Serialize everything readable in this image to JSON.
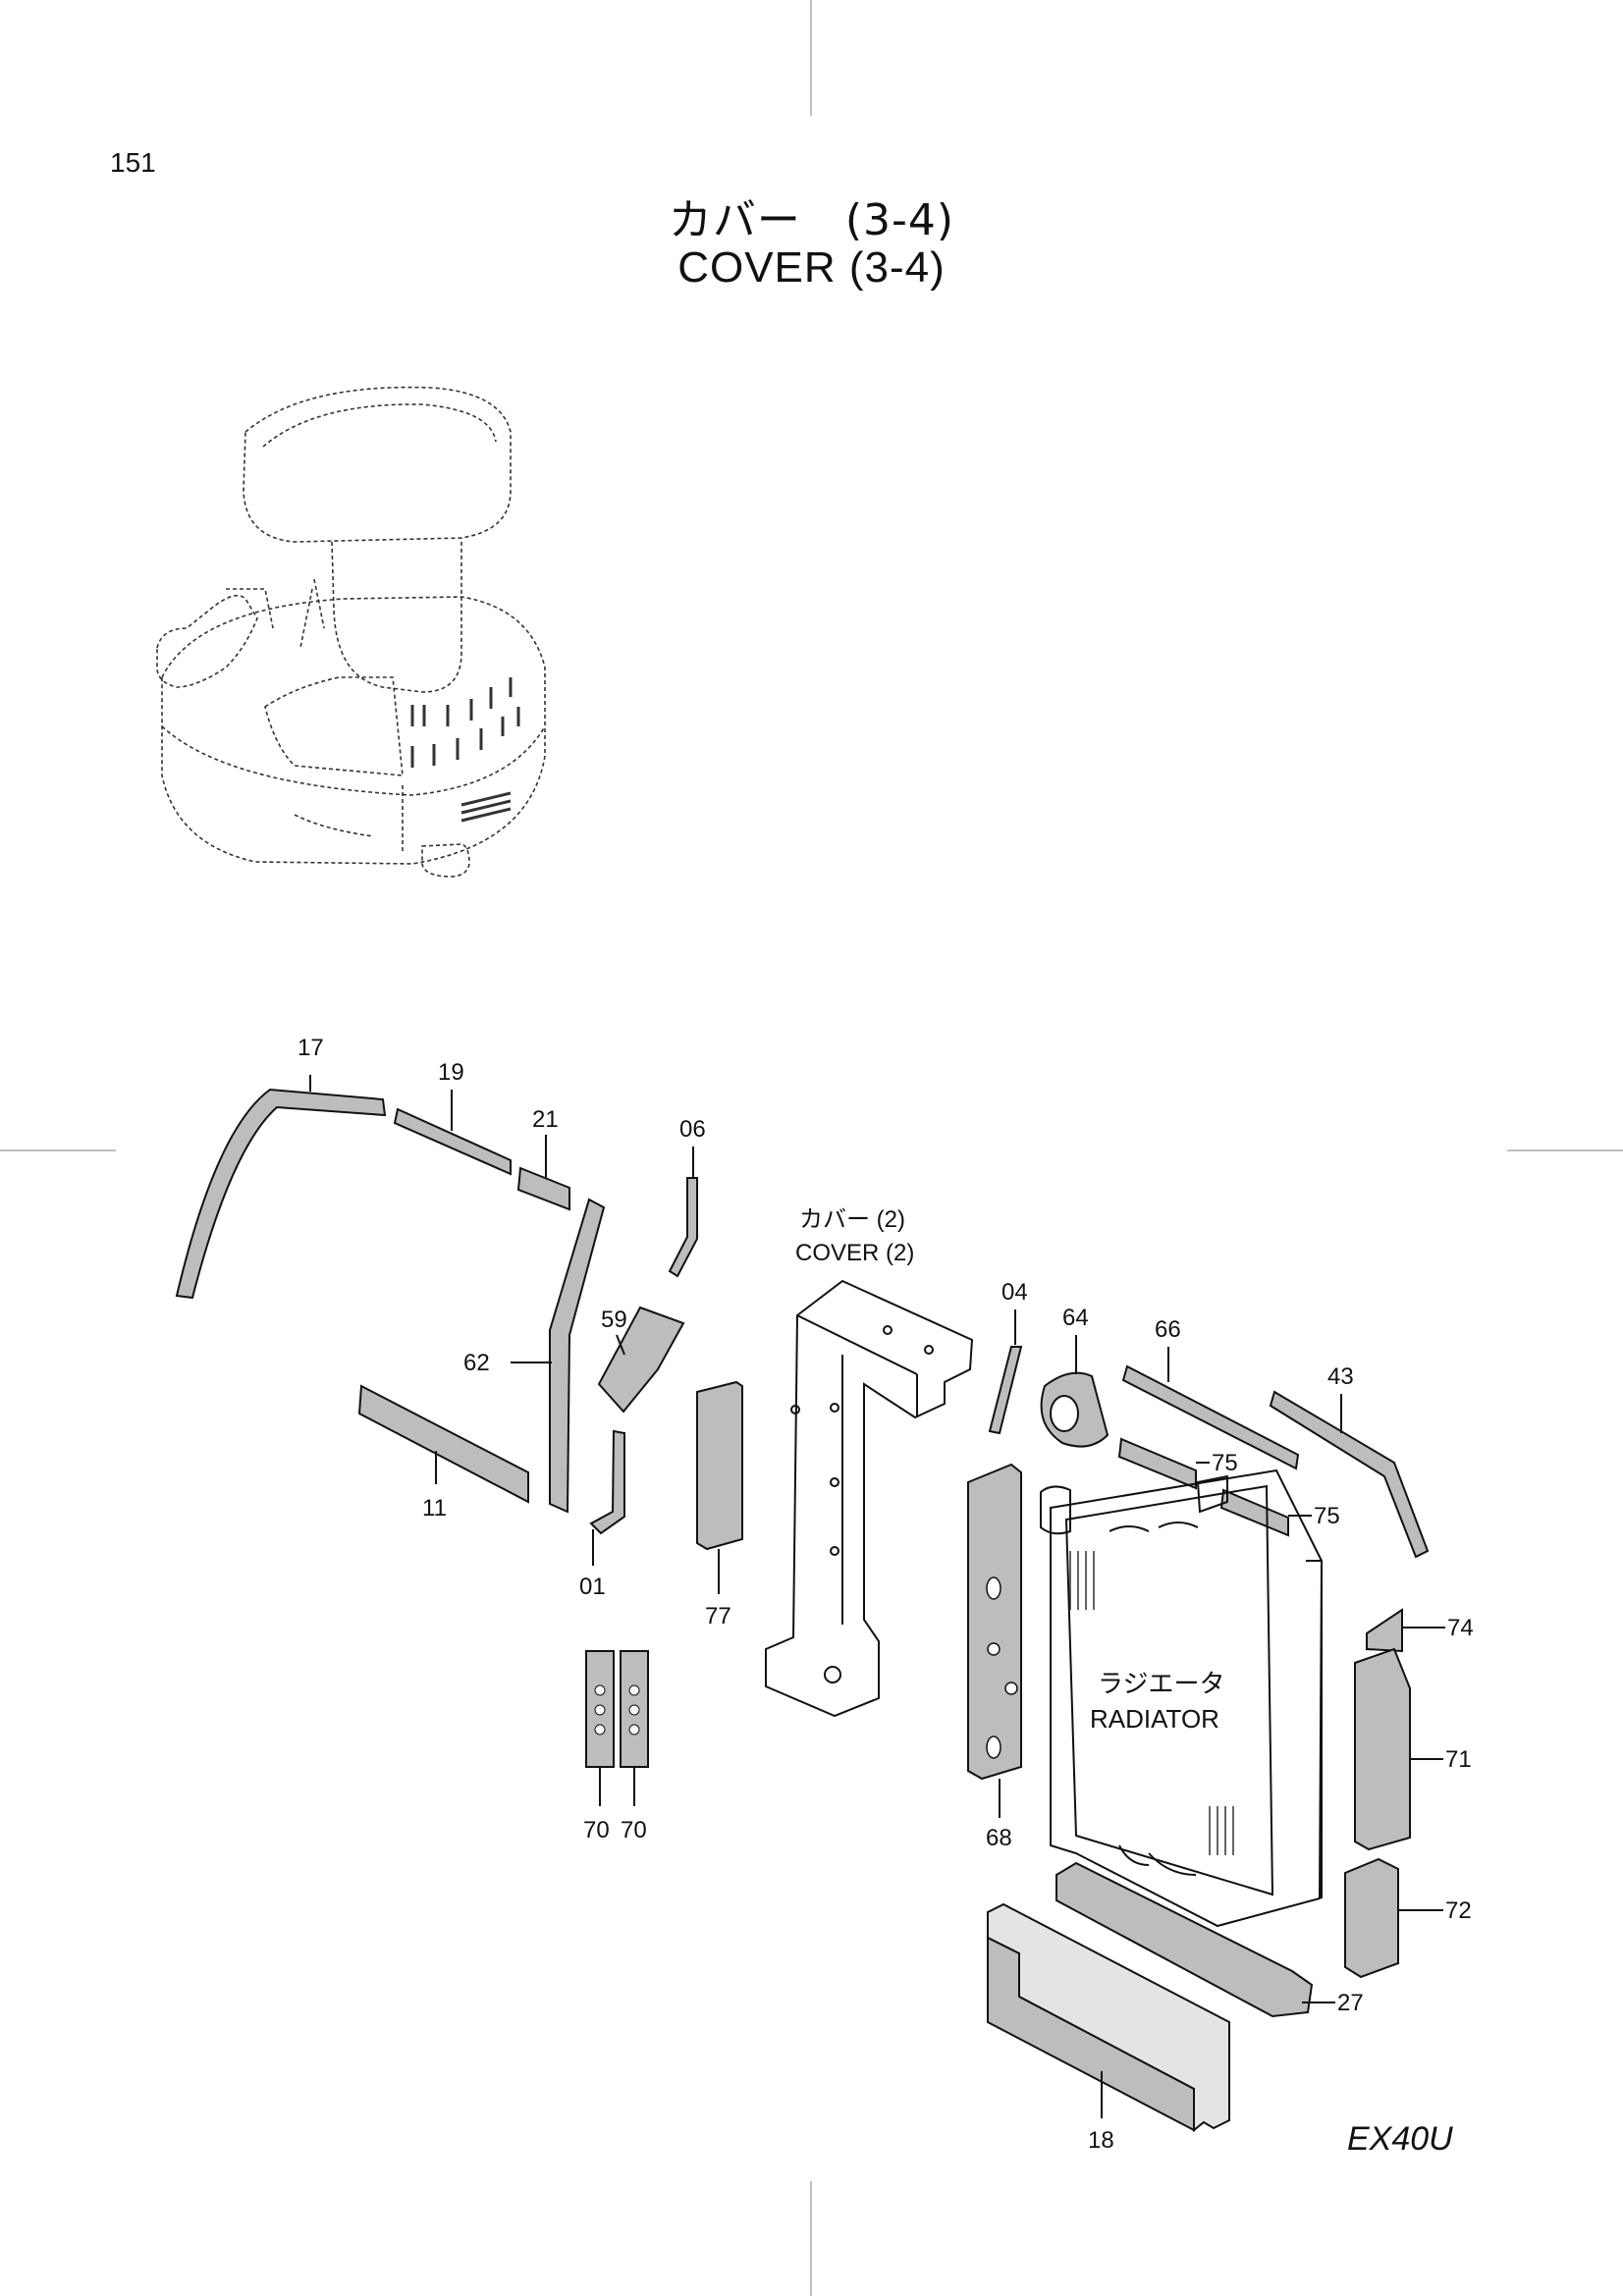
{
  "page_number": "151",
  "title_jp": "カバー　(3-4)",
  "title_en": "COVER  (3-4)",
  "model": "EX40U",
  "callouts": {
    "cover2_jp": "カバー (2)",
    "cover2_en": "COVER (2)",
    "radiator_jp": "ラジエータ",
    "radiator_en": "RADIATOR"
  },
  "part_numbers": {
    "p17": "17",
    "p19": "19",
    "p21": "21",
    "p06": "06",
    "p59": "59",
    "p62": "62",
    "p11": "11",
    "p01": "01",
    "p77": "77",
    "p04": "04",
    "p64": "64",
    "p66": "66",
    "p43": "43",
    "p75a": "75",
    "p75b": "75",
    "p74": "74",
    "p71": "71",
    "p72": "72",
    "p27": "27",
    "p18": "18",
    "p68": "68",
    "p70a": "70",
    "p70b": "70"
  }
}
